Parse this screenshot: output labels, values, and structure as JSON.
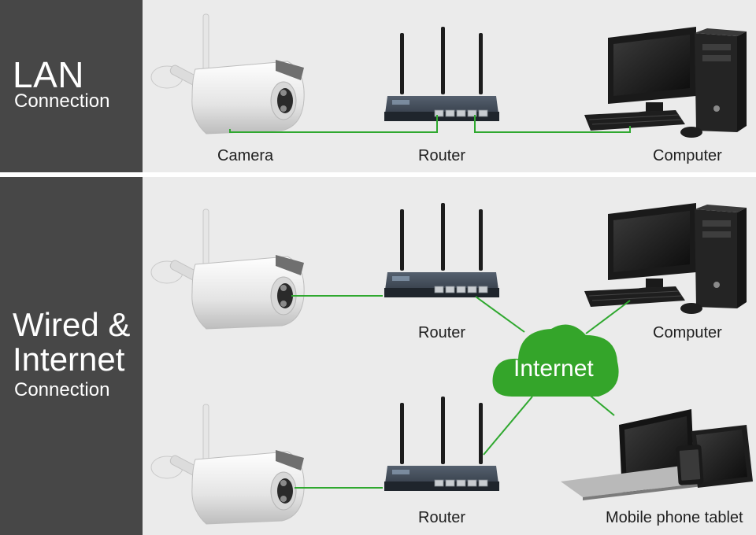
{
  "sections": {
    "lan": {
      "title": "LAN",
      "subtitle": "Connection"
    },
    "wired": {
      "title_line1": "Wired &",
      "title_line2": "Internet",
      "subtitle": "Connection"
    }
  },
  "devices": {
    "lan": {
      "camera": "Camera",
      "router": "Router",
      "computer": "Computer"
    },
    "wired": {
      "router_top": "Router",
      "computer": "Computer",
      "router_bottom": "Router",
      "mobile": "Mobile phone tablet"
    }
  },
  "cloud": {
    "label": "Internet"
  },
  "colors": {
    "sidebar": "#474747",
    "panel": "#ebebeb",
    "link": "#2fa82f",
    "cloud": "#34a52a"
  }
}
